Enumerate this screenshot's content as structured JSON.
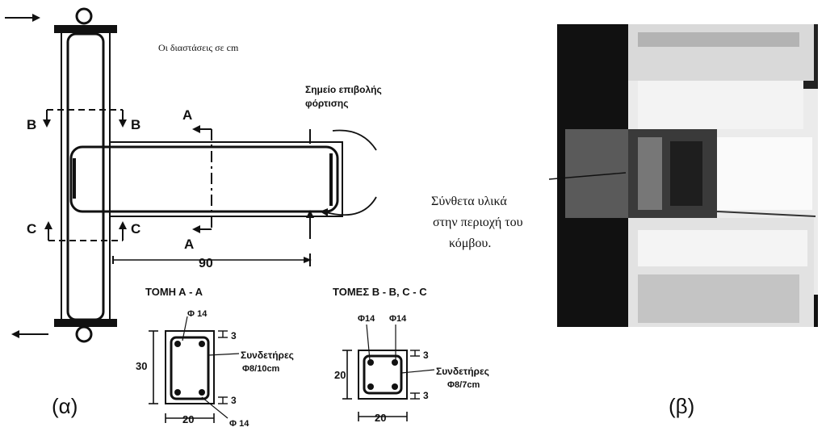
{
  "diagram": {
    "note": "Οι διαστάσεις σε cm",
    "load_point": {
      "line1": "Σημείο επιβολής",
      "line2": "φόρτισης"
    },
    "section_marks": {
      "a": "A",
      "b": "B",
      "c": "C"
    },
    "beam_length": "90",
    "section_aa": {
      "title": "ΤΟΜΗ Α - Α",
      "bar_top": "Φ 14",
      "bar_bottom": "Φ 14",
      "stirrups": "Συνδετήρες",
      "stirrup_spec": "Φ8/10cm",
      "height": "30",
      "width": "20",
      "cover": "3"
    },
    "section_bc": {
      "title": "ΤΟΜΕΣ Β - Β, C - C",
      "bar_left": "Φ14",
      "bar_right": "Φ14",
      "stirrups": "Συνδετήρες",
      "stirrup_spec": "Φ8/7cm",
      "height": "20",
      "width": "20",
      "cover": "3"
    },
    "caption_a": "(α)"
  },
  "photo": {
    "annotation": [
      "Σύνθετα υλικά",
      "στην περιοχή του",
      "κόμβου."
    ],
    "caption_b": "(β)"
  }
}
